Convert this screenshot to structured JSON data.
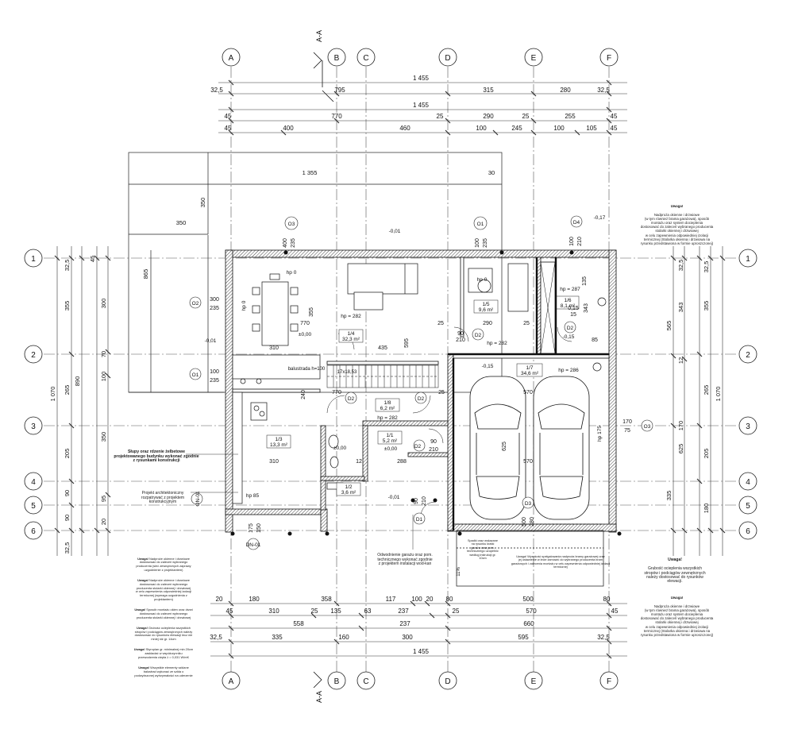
{
  "axes": {
    "columns": [
      "A",
      "B",
      "C",
      "D",
      "E",
      "F"
    ],
    "rows": [
      "1",
      "2",
      "3",
      "4",
      "5",
      "6"
    ]
  },
  "section_marker": "A-A",
  "dims_top": {
    "row1": [
      "32,5",
      "795",
      "315",
      "280",
      "32,5"
    ],
    "total": "1 455",
    "row3": [
      "770",
      "25",
      "290",
      "25",
      "255"
    ],
    "row3_45": [
      "45",
      "45",
      "45"
    ],
    "total2": "1 455",
    "row4": [
      "400",
      "460",
      "100",
      "245",
      "100",
      "105"
    ],
    "row4_45": [
      "45",
      "45"
    ]
  },
  "dims_bottom": {
    "row1": [
      "20",
      "180",
      "358",
      "117",
      "100",
      "20",
      "80",
      "500",
      "80"
    ],
    "row2": [
      "310",
      "25",
      "135",
      "63",
      "237",
      "25",
      "570"
    ],
    "row2_45": [
      "45",
      "45"
    ],
    "row3": [
      "558",
      "237",
      "660"
    ],
    "row4": [
      "335",
      "160",
      "300",
      "595",
      "32,5"
    ],
    "row4_left": "32,5",
    "total": "1 455"
  },
  "dims_left": {
    "outer": "1 070",
    "mid": [
      "355",
      "265",
      "890",
      "205",
      "90",
      "90",
      "32,5"
    ],
    "inner": [
      "32,5",
      "45",
      "300",
      "70",
      "100",
      "350",
      "95",
      "20"
    ]
  },
  "dims_right": {
    "outer": "1 070",
    "mid": [
      "355",
      "265",
      "205",
      "180",
      "32,5"
    ],
    "inner": [
      "32,5",
      "343",
      "565",
      "12",
      "170",
      "625",
      "335"
    ]
  },
  "terrace": {
    "width": "1 355",
    "corner": "30",
    "depth": "865",
    "w350": "350",
    "h350": "350"
  },
  "rooms": [
    {
      "id": "1/3",
      "area": "13,3 m²"
    },
    {
      "id": "1/4",
      "area": "32,3 m²"
    },
    {
      "id": "1/5",
      "area": "9,6 m²"
    },
    {
      "id": "1/6",
      "area": "8,1 m²"
    },
    {
      "id": "1/7",
      "area": "34,6 m²"
    },
    {
      "id": "1/8",
      "area": "6,2 m²"
    },
    {
      "id": "1/1",
      "area": "5,2 m²"
    },
    {
      "id": "1/2",
      "area": "3,6 m²"
    }
  ],
  "heights": {
    "hp0a": "hp 0",
    "hp0b": "hp 0",
    "hp282a": "hp = 282",
    "hp282b": "hp = 282",
    "hp282c": "hp = 282",
    "hp287": "hp = 287",
    "hp286": "hp = 286",
    "hp175": "hp 175",
    "hp85": "hp 85",
    "hp0c": "hp 0"
  },
  "levels": {
    "l001a": "-0,01",
    "l001b": "-0,01",
    "l001c": "-0,01",
    "l000a": "±0,00",
    "l000b": "±0,00",
    "l000c": "±0,00",
    "l015a": "-0,15",
    "l015b": "-0,15",
    "l017": "-0,17"
  },
  "openings": {
    "o1": "O1",
    "o2": "O2",
    "o3": "O3",
    "o1b": "O1",
    "d1": "D1",
    "d2a": "D2",
    "d2b": "D2",
    "d2c": "D2",
    "d2d": "D2",
    "d3": "D3",
    "d4": "D4",
    "dn01": "DN-01",
    "on01": "ON-01",
    "o3b": "O3"
  },
  "misc_dims": {
    "m400": "400",
    "m235a": "235",
    "m100a": "100",
    "m235b": "235",
    "m300": "300",
    "m235c": "235",
    "m100b": "100",
    "m235d": "235",
    "m770a": "770",
    "m435": "435",
    "m595": "595",
    "m25a": "25",
    "m290": "290",
    "m25b": "25",
    "m90a": "90",
    "m210a": "210",
    "m355": "355",
    "m310a": "310",
    "m240": "240",
    "m770b": "770",
    "m25c": "25",
    "m570a": "570",
    "m625": "625",
    "m570b": "570",
    "m310b": "310",
    "m288": "288",
    "m12": "12",
    "m135a": "135",
    "m343": "343",
    "m85": "85",
    "m170": "170",
    "m75": "75",
    "m500": "500",
    "m280": "280",
    "m175a": "175",
    "m150": "150",
    "m90b": "90",
    "m210b": "210",
    "m15": "15",
    "m100c": "100",
    "m210c": "210",
    "m0015": "0,15",
    "m90c": "90",
    "m210d": "210"
  },
  "stairs": {
    "label": "17x18,53",
    "balustrade": "balustrada h=100"
  },
  "notes": {
    "structure": "Słupy oraz rdzenie żelbetowe\nprojektowanego budynku wykonać zgodnie\nz rysunkami konstrukcji",
    "architect": "Projekt architektoniczny\nrozpatrywać z projektem\nkonstrukcyjnym",
    "garage_drain": "Odwodnienie garażu oraz pom.\ntechnicznego wykonać zgodnie\nz projektem instalacji wod-kan",
    "garage_slope": "Spadki oraz wskazane\nna rysunku kratki\ngarażu oraz pom.\ntechnicznego uzupełnić\nwedług instrukcji gr.\n10cm",
    "garage_gate": "Uwaga! Wysokość spełgalowania nadproża bramy garażowej oraz\njej ustawienie w lecie zamówić do wybranego producenta bram\ngarażowych i zalecenia montażu w celu zapewnienia odpowiedniej izolacji\ntermicznej",
    "slope_pct": "11%",
    "top_right_title": "Uwaga!",
    "top_right": "Nadproża okienne i drzwiowe\n(w tym również brama garażowa), sposób\nmontażu oraz system docieplenia\ndostosować do zaleceń wybranego producenta\nstolarki okiennej i drzwiowej\nw celu zapewnienia odpowiedniej izolacji\ntermicznej (Stolarka okienna i drzwiowa na\nrysunku przedstawiona w formie uproszczonej)",
    "right_ins_title": "Uwaga!",
    "right_ins": "Grubość ocieplenia wszystkich\nstropów i podciągów zewnętrznych\nnależy dostosować do rysunków\nelewacji.",
    "right_bottom_title": "Uwaga!",
    "right_bottom": "Nadproża okienne i drzwiowe\n(w tym również brama garażowa), sposób\nmontażu oraz system docieplenia\ndostosować do zaleceń wybranego producenta\nstolarki okiennej i drzwiowej\nw celu zapewnienia odpowiedniej izolacji\ntermicznej (Stolarka okienna i drzwiowa na\nrysunku przedstawiona w formie uproszczonej)",
    "left_notes": [
      {
        "title": "Uwaga!",
        "text": "Nadproże okienne i drzwiowe\ndostosować do zaleceń wybranego\nproducenta (sieć zewnętrznych zaprawy\nuzgodnienie z projektantem)"
      },
      {
        "title": "Uwaga!",
        "text": "Nadproże okienne i drzwiowe\ndostosować do zaleceń wybranego\nproducenta stolarki okiennej i drzwiowej\nw celu zapewnienia odpowiedniej izolacji\ntermicznej (wymaga uzgodnienia z\nprojektantem)"
      },
      {
        "title": "Uwaga!",
        "text": "Sposób montażu okien oraz drzwi\ndostosować do zaleceń wybranego\nproducenta stolarki okiennej i drzwiowej"
      },
      {
        "title": "Uwaga!",
        "text": "Grubość ocieplenia wszystkich\nstropów i podciągów zewnętrznych należy\ndostosować do rysunków elewacji lecz nie\nmniej niż gr. 14cm"
      },
      {
        "title": "Uwaga!",
        "text": "Styropian gr. minimalnej min 20cm\nzaskładać w współczynniku\nprzewodzenia ciepła λ = 0,031 W/mK"
      },
      {
        "title": "Uwaga!",
        "text": "Wszystkie elementy szklane\nbalustrad wykonać ze szkła o\npodwyższonej wytrzymałości na uderzenie"
      }
    ]
  },
  "colors": {
    "ink": "#111111",
    "hatch": "#555555",
    "dim": "#333333"
  }
}
